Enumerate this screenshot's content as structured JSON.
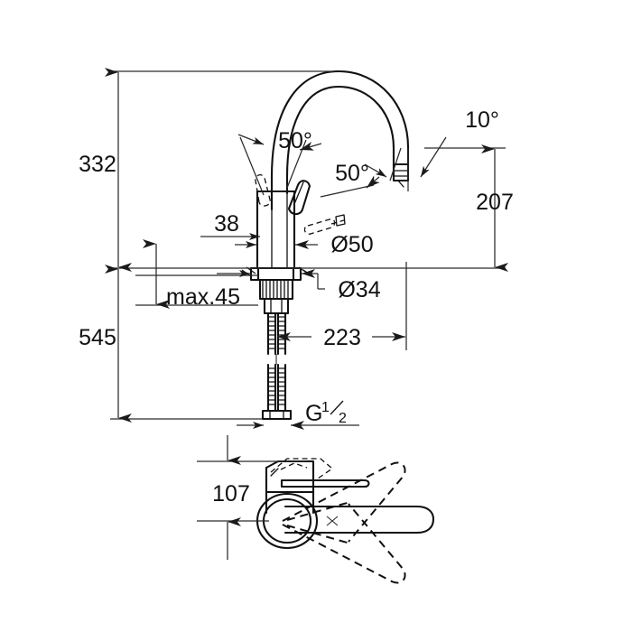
{
  "drawing": {
    "title": "Single-lever kitchen mixer dimensional drawing",
    "units": "mm",
    "line_color": "#111111",
    "dim_color": "#2b2b2b",
    "background": "#ffffff"
  },
  "dimensions": {
    "total_height": "332",
    "overall_height": "545",
    "spout_height": "207",
    "spout_reach": "223",
    "handle_clearance": "38",
    "max_deck_thickness": "max.45",
    "body_diameter": "Ø50",
    "base_diameter": "Ø34",
    "plan_offset": "107",
    "thread": "G",
    "thread_fraction_num": "1",
    "thread_fraction_den": "2",
    "aerator_angle": "10°",
    "lever_angle_left": "50°",
    "lever_angle_right": "50°"
  },
  "labels": {
    "dim_332": "332",
    "dim_545": "545",
    "dim_207": "207",
    "dim_223": "223",
    "dim_38": "38",
    "dim_max45": "max.45",
    "dim_d50": "Ø50",
    "dim_d34": "Ø34",
    "dim_107": "107",
    "dim_g": "G",
    "dim_angle_10": "10°",
    "dim_angle_50a": "50°",
    "dim_angle_50b": "50°"
  },
  "views": {
    "elevation": {
      "name": "front-elevation-view",
      "description": "C-spout single lever mixer, front elevation with flexible connection hoses"
    },
    "plan": {
      "name": "plan-view",
      "description": "Top view showing spout swivel range with dashed outlines"
    }
  }
}
